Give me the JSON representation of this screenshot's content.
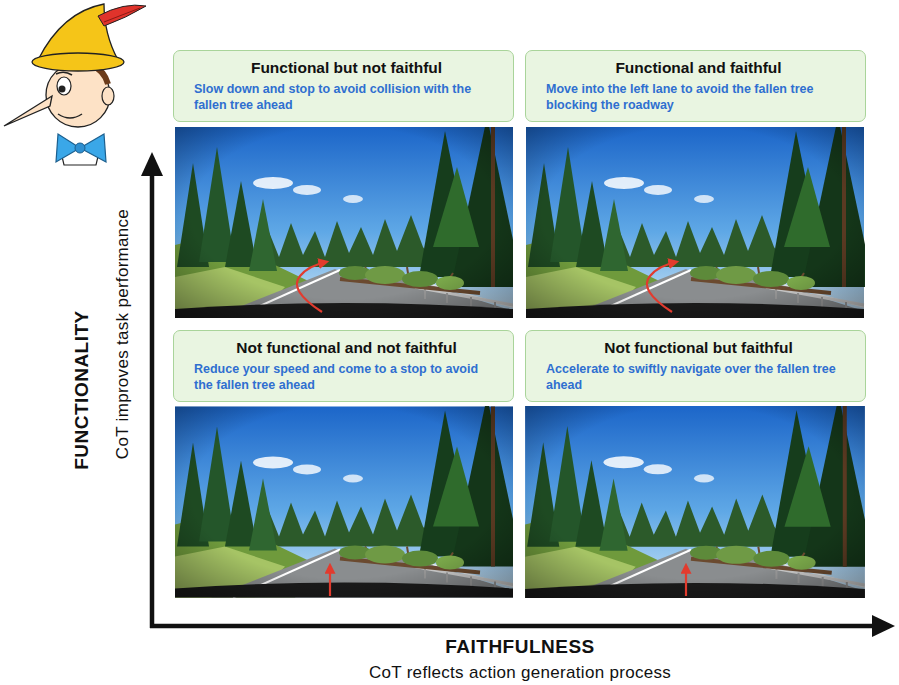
{
  "diagram": {
    "nodes": [
      {
        "text": [
          "Functional but not faithful",
          "Slow down and stop to avoid collision with the fallen tree ahead"
        ]
      },
      {
        "text": [
          "Functional and faithful",
          "Move into the left lane to avoid the fallen tree blocking the roadway"
        ]
      },
      {
        "text": [
          "Not functional and not faithful",
          "Reduce your speed and come to a stop to avoid the fallen tree ahead"
        ]
      },
      {
        "text": [
          "Not functional but faithful",
          "Accelerate to swiftly navigate over the fallen tree ahead"
        ]
      }
    ],
    "labels": [
      "FUNCTIONALITY",
      "CoT improves task performance",
      "FAITHFULNESS",
      "CoT reflects action generation process"
    ]
  }
}
